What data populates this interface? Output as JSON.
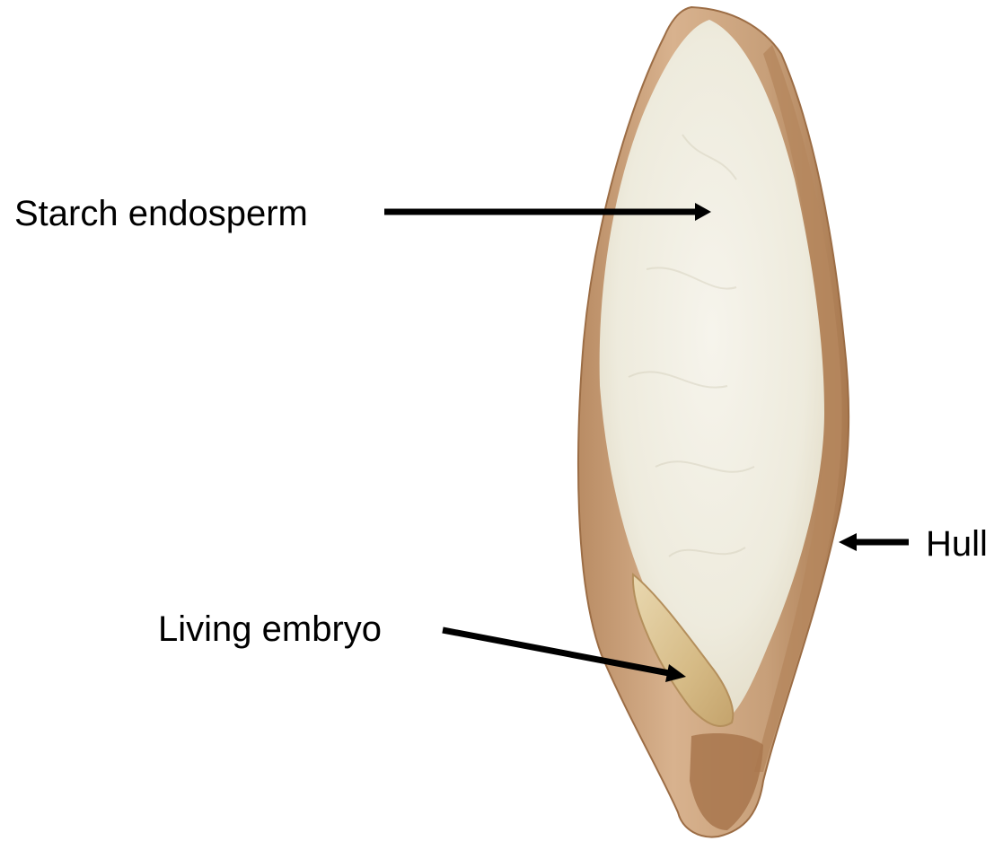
{
  "labels": {
    "starch_endosperm": "Starch endosperm",
    "hull": "Hull",
    "living_embryo": "Living embryo"
  },
  "colors": {
    "hull": "#c9a27e",
    "hull_dark": "#a9794f",
    "endosperm": "#f1efe4",
    "embryo": "#dbc493",
    "arrow": "#000000"
  }
}
